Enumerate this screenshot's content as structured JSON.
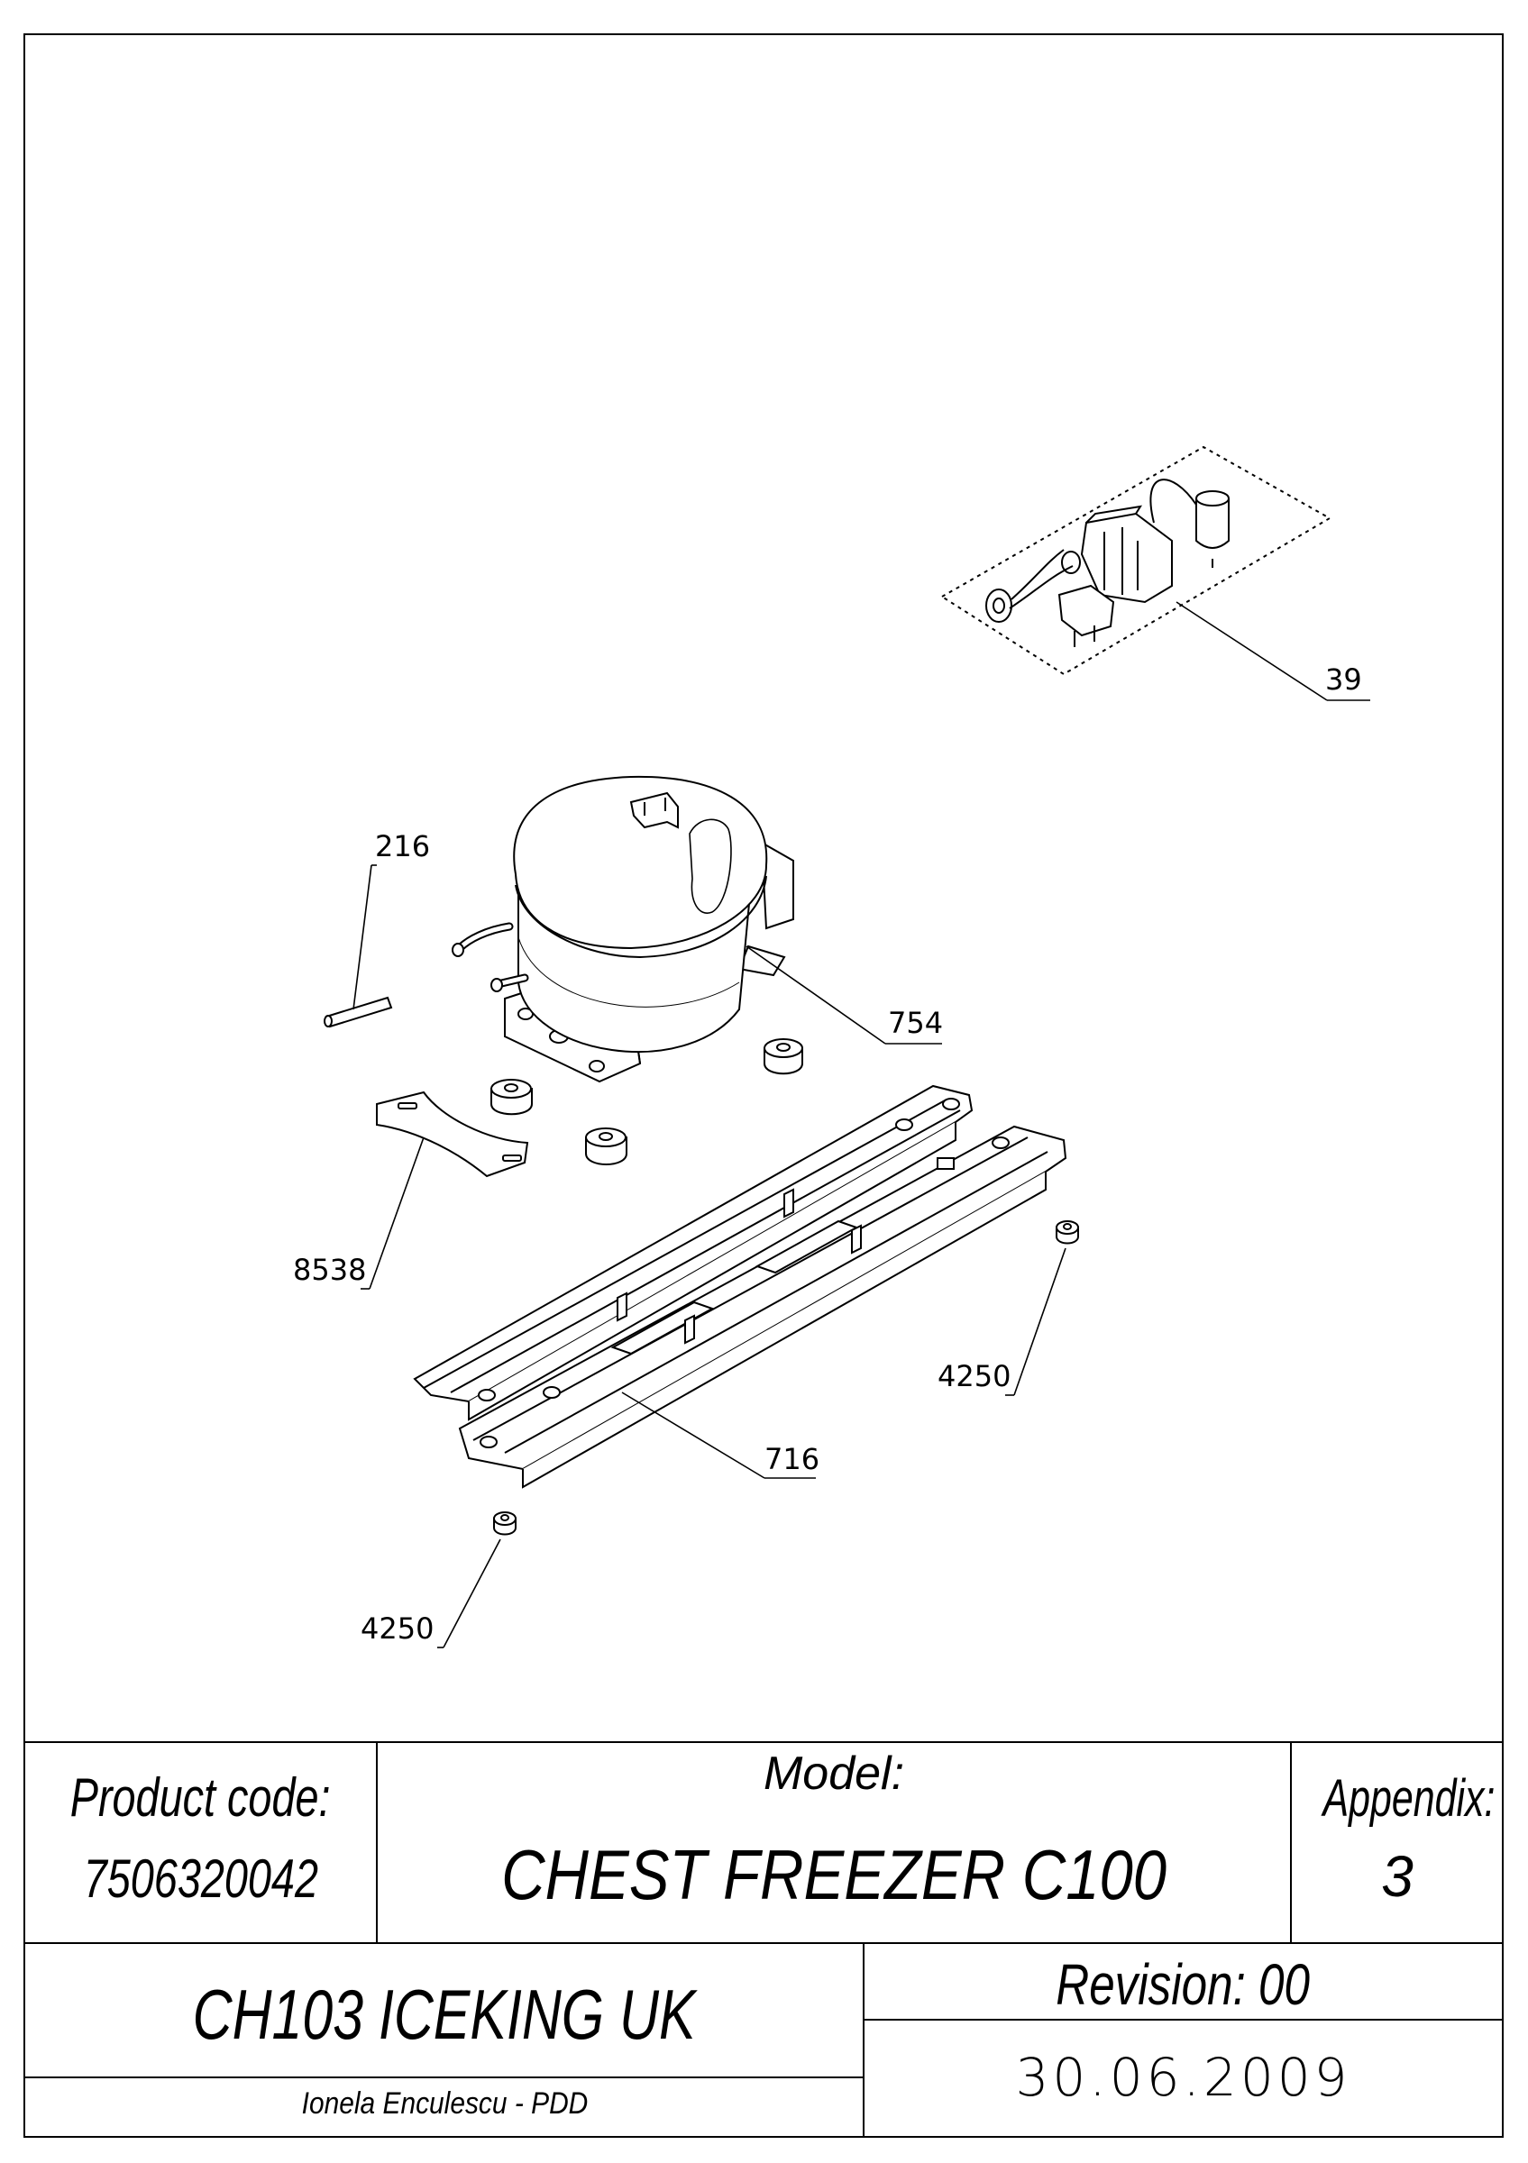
{
  "callouts": {
    "c39": "39",
    "c216": "216",
    "c754": "754",
    "c8538": "8538",
    "c4250a": "4250",
    "c716": "716",
    "c4250b": "4250"
  },
  "title_block": {
    "product_code_label": "Product code:",
    "product_code": "7506320042",
    "model_label": "Model:",
    "model": "CHEST FREEZER C100",
    "appendix_label": "Appendix:",
    "appendix": "3",
    "project": "CH103 ICEKING UK",
    "revision": "Revision: 00",
    "author": "Ionela Enculescu - PDD",
    "date": "30.06.2009"
  }
}
